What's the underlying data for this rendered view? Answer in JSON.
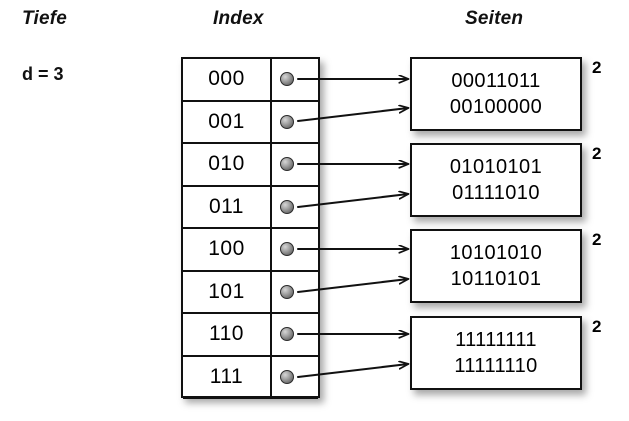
{
  "headings": {
    "depth": "Tiefe",
    "index": "Index",
    "pages": "Seiten"
  },
  "depth": {
    "label": "d = 3"
  },
  "index_table": {
    "rows": [
      {
        "key": "000",
        "pointer_icon": "pointer-dot-icon",
        "target_page": 0
      },
      {
        "key": "001",
        "pointer_icon": "pointer-dot-icon",
        "target_page": 0
      },
      {
        "key": "010",
        "pointer_icon": "pointer-dot-icon",
        "target_page": 1
      },
      {
        "key": "011",
        "pointer_icon": "pointer-dot-icon",
        "target_page": 1
      },
      {
        "key": "100",
        "pointer_icon": "pointer-dot-icon",
        "target_page": 2
      },
      {
        "key": "101",
        "pointer_icon": "pointer-dot-icon",
        "target_page": 2
      },
      {
        "key": "110",
        "pointer_icon": "pointer-dot-icon",
        "target_page": 3
      },
      {
        "key": "111",
        "pointer_icon": "pointer-dot-icon",
        "target_page": 3
      }
    ]
  },
  "pages": [
    {
      "line1": "00011011",
      "line2": "00100000",
      "count": "2"
    },
    {
      "line1": "01010101",
      "line2": "01111010",
      "count": "2"
    },
    {
      "line1": "10101010",
      "line2": "10110101",
      "count": "2"
    },
    {
      "line1": "11111111",
      "line2": "11111110",
      "count": "2"
    }
  ],
  "colors": {
    "stroke": "#111111",
    "background": "#ffffff",
    "pointer_dot": "#787878"
  }
}
